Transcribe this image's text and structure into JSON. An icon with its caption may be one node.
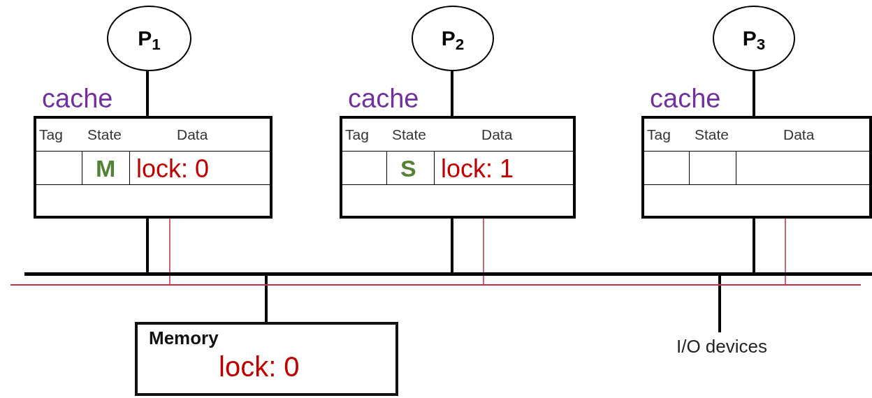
{
  "diagram": {
    "nodes": [
      {
        "text": [
          "P$_{1}$"
        ]
      },
      {
        "text": [
          "cache",
          "Tag",
          "State",
          "Data",
          "M",
          "lock: 0"
        ]
      },
      {
        "text": [
          "P$_{2}$"
        ]
      },
      {
        "text": [
          "cache",
          "Tag",
          "State",
          "Data",
          "S",
          "lock: 1"
        ]
      },
      {
        "text": [
          "P$_{3}$"
        ]
      },
      {
        "text": [
          "cache",
          "Tag",
          "State",
          "Data"
        ]
      },
      {
        "text": [],
        "shape": "bar"
      },
      {
        "text": [],
        "shape": "bar"
      },
      {
        "text": [
          "Memory",
          "lock: 0"
        ]
      },
      {
        "text": [
          "I/O devices"
        ]
      }
    ],
    "edges": [
      {
        "from": 0,
        "to": 1,
        "arrow": "none"
      },
      {
        "from": 2,
        "to": 3,
        "arrow": "none"
      },
      {
        "from": 4,
        "to": 5,
        "arrow": "none"
      },
      {
        "from": 1,
        "to": 6,
        "arrow": "none"
      },
      {
        "from": 3,
        "to": 6,
        "arrow": "none"
      },
      {
        "from": 5,
        "to": 6,
        "arrow": "none"
      },
      {
        "from": 1,
        "to": 7,
        "arrow": "none",
        "color": "#c0304a"
      },
      {
        "from": 3,
        "to": 7,
        "arrow": "none",
        "color": "#c0304a"
      },
      {
        "from": 5,
        "to": 7,
        "arrow": "none",
        "color": "#c0304a"
      },
      {
        "from": 6,
        "to": 8,
        "arrow": "none"
      },
      {
        "from": 6,
        "to": 9,
        "arrow": "none"
      }
    ]
  }
}
